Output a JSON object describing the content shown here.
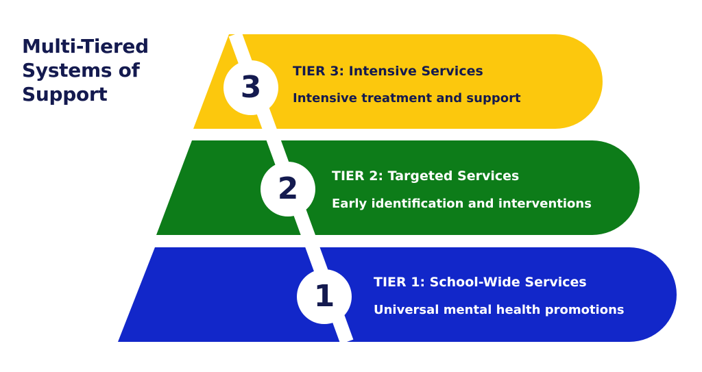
{
  "title": "Multi-Tiered Systems of Support",
  "colors": {
    "navy": "#141a4f",
    "tier3": "#fcc80d",
    "tier2": "#0d7c19",
    "tier1": "#1227c9",
    "path": "#ffffff"
  },
  "tiers": [
    {
      "number": "3",
      "heading": "TIER 3: Intensive Services",
      "description": "Intensive treatment and support"
    },
    {
      "number": "2",
      "heading": "TIER 2: Targeted Services",
      "description": "Early identification and interventions"
    },
    {
      "number": "1",
      "heading": "TIER 1: School-Wide Services",
      "description": "Universal mental health promotions"
    }
  ]
}
